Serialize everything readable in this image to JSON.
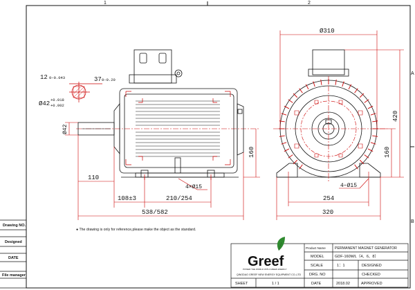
{
  "zones": {
    "top_1": "1",
    "top_2": "2",
    "right_a": "A",
    "right_b": "B"
  },
  "side_view": {
    "dim_keyway_width": "12",
    "dim_keyway_width_tol": "0−0.043",
    "dim_keyway_depth": "37",
    "dim_keyway_depth_tol": "0−0.20",
    "dim_shaft_dia": "Ø42",
    "dim_shaft_dia_tol_upper": "+0.018",
    "dim_shaft_dia_tol_lower": "+0.002",
    "dim_shaft_dia_side": "Ø42",
    "dim_shaft_length": "110",
    "dim_108": "108±3",
    "dim_210_254": "210/254",
    "dim_hole": "4×Ø15",
    "dim_overall_length": "538/582",
    "dim_center_height": "160"
  },
  "end_view": {
    "dim_dia_310": "Ø310",
    "dim_height_420": "420",
    "dim_height_160": "160",
    "dim_holes": "4−Ø15",
    "dim_254": "254",
    "dim_320": "320"
  },
  "note": "● The drawing is only for reference,please make the object as the standard.",
  "left_strip": {
    "row1": "Drawing NO.",
    "row2": "Designed",
    "row3": "DATE",
    "row4": "File manager"
  },
  "title_block": {
    "logo_text": "Greef",
    "tagline": "POWER THE WORLD WITH GREEN ENERGY",
    "company": "QINGDAO GREEF NEW ENERGY EQUIPMENT CO.,LTD",
    "product_label": "Product Name",
    "product_value": "PERMANENT MAGNET GENERATOR",
    "model_label": "MODEL",
    "model_value": "GDF-160M/L（4、6、8）",
    "scale_label": "SCALE",
    "scale_value": "1：1",
    "designed_label": "DESIGNED",
    "drg_label": "DRG. NO",
    "checked_label": "CHECKED",
    "date_label": "DATE",
    "date_value": "2018.02",
    "approved_label": "APPROVED",
    "sheet_label": "SHEET",
    "sheet_value": "1  /  1"
  }
}
